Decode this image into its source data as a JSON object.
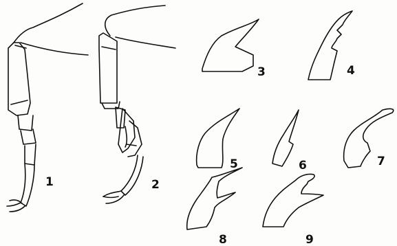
{
  "figures": [
    {
      "id": "leg-1",
      "label": "1"
    },
    {
      "id": "leg-2",
      "label": "2"
    },
    {
      "id": "claw-3",
      "label": "3"
    },
    {
      "id": "claw-4",
      "label": "4"
    },
    {
      "id": "claw-5",
      "label": "5"
    },
    {
      "id": "claw-6",
      "label": "6"
    },
    {
      "id": "claw-7",
      "label": "7"
    },
    {
      "id": "claw-8",
      "label": "8"
    },
    {
      "id": "claw-9",
      "label": "9"
    }
  ]
}
